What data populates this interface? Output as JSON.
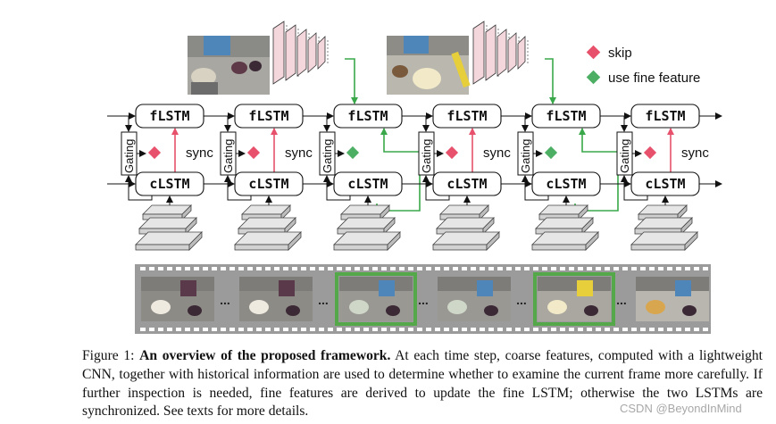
{
  "legend": {
    "skip": {
      "label": "skip",
      "color": "#e8516b"
    },
    "fine": {
      "label": "use fine feature",
      "color": "#4caf63"
    }
  },
  "fine_lstm_label": "fLSTM",
  "coarse_lstm_label": "cLSTM",
  "gating_label": "Gating",
  "sync_label": "sync",
  "ellipsis": "...",
  "time_steps": [
    {
      "mode": "skip",
      "sync": true
    },
    {
      "mode": "skip",
      "sync": true
    },
    {
      "mode": "fine",
      "sync": false
    },
    {
      "mode": "skip",
      "sync": true
    },
    {
      "mode": "fine",
      "sync": false
    },
    {
      "mode": "skip",
      "sync": true
    }
  ],
  "film_frames": [
    {
      "scene": "mixer-eggs",
      "highlighted": false
    },
    {
      "scene": "mixer-eggs",
      "highlighted": false
    },
    {
      "scene": "mixer-person",
      "highlighted": true
    },
    {
      "scene": "mixer-person",
      "highlighted": false
    },
    {
      "scene": "mixer-pour",
      "highlighted": true
    },
    {
      "scene": "finished-pies",
      "highlighted": false
    }
  ],
  "caption": {
    "prefix": "Figure 1: ",
    "bold": "An overview of the proposed framework.",
    "body": " At each time step, coarse features, computed with a lightweight CNN, together with historical information are used to determine whether to examine the current frame more carefully. If further inspection is needed, fine features are derived to update the fine LSTM; otherwise the two LSTMs are synchronized. See texts for more details."
  },
  "watermark": "CSDN @BeyondInMind",
  "colors": {
    "skip": "#e8516b",
    "fine": "#4caf63",
    "fine_path": "#3aa84a",
    "frame_highlight": "#55a84a",
    "film_strip": "#9b9b9b",
    "cnn_layer": "#f3d7dc"
  }
}
